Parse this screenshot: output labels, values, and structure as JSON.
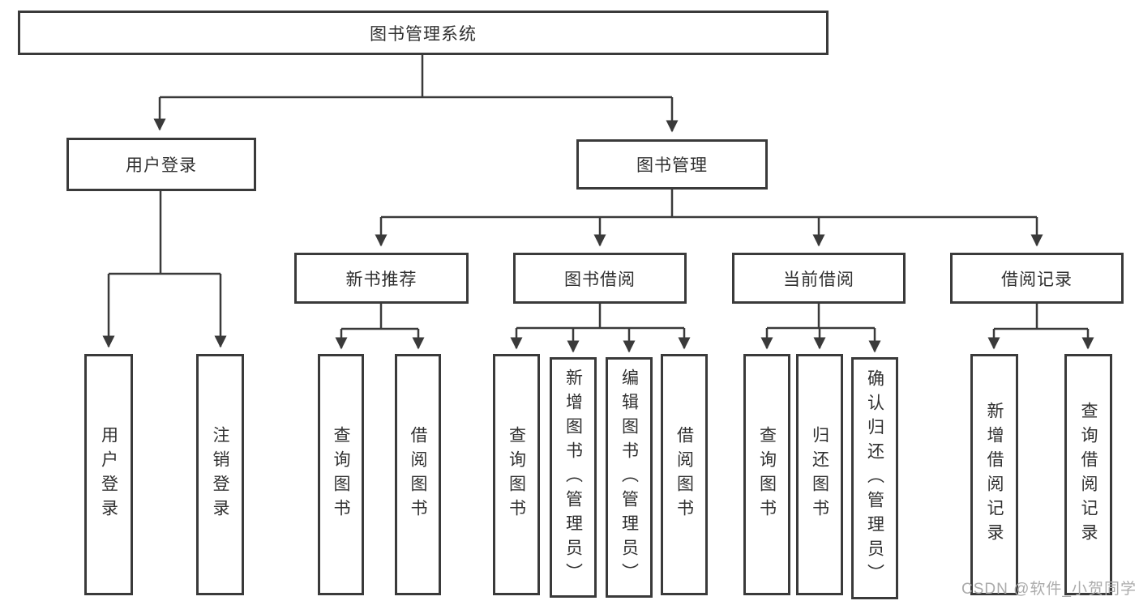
{
  "tree": {
    "root": {
      "label": "图书管理系统"
    },
    "user_login": {
      "label": "用户登录",
      "children": [
        {
          "label": "用户登录"
        },
        {
          "label": "注销登录"
        }
      ]
    },
    "book_mgmt": {
      "label": "图书管理",
      "groups": [
        {
          "label": "新书推荐",
          "children": [
            {
              "label": "查询图书"
            },
            {
              "label": "借阅图书"
            }
          ]
        },
        {
          "label": "图书借阅",
          "children": [
            {
              "label": "查询图书"
            },
            {
              "label": "新增图书（管理员）"
            },
            {
              "label": "编辑图书（管理员）"
            },
            {
              "label": "借阅图书"
            }
          ]
        },
        {
          "label": "当前借阅",
          "children": [
            {
              "label": "查询图书"
            },
            {
              "label": "归还图书"
            },
            {
              "label": "确认归还（管理员）"
            }
          ]
        },
        {
          "label": "借阅记录",
          "children": [
            {
              "label": "新增借阅记录"
            },
            {
              "label": "查询借阅记录"
            }
          ]
        }
      ]
    }
  },
  "watermark": {
    "text": "CSDN @软件_小贺同学"
  },
  "colors": {
    "line": "#3a3a3a",
    "text": "#303030",
    "background": "#ffffff",
    "watermark": "#ababab"
  }
}
